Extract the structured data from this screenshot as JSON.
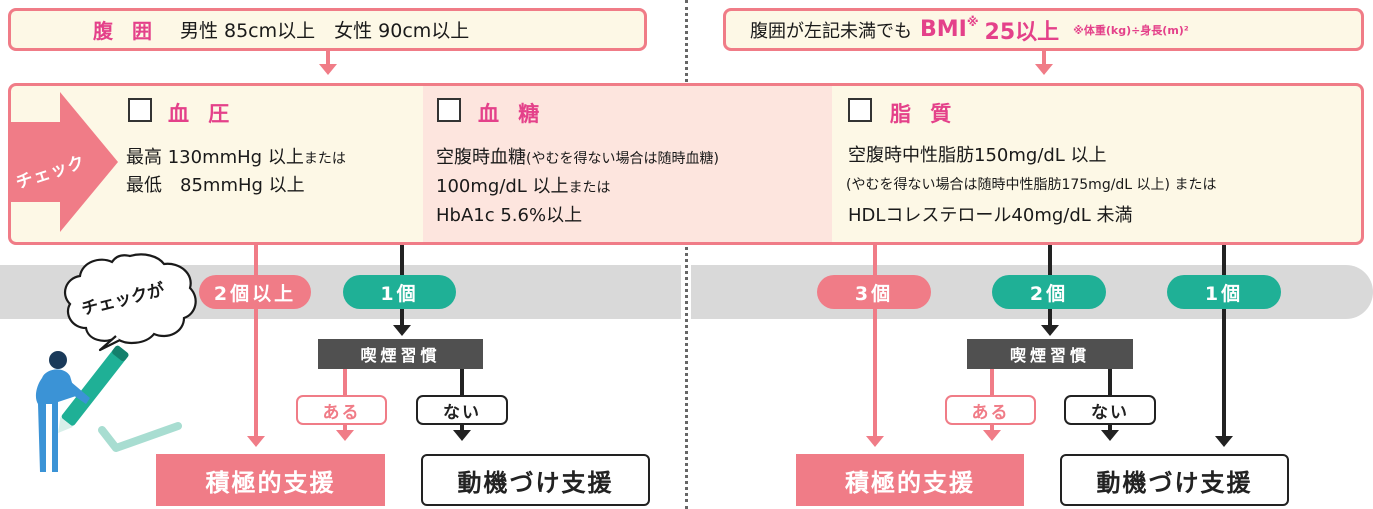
{
  "header_left": {
    "title": "腹 囲",
    "text": "男性 85cm以上　女性 90cm以上"
  },
  "header_right": {
    "prefix": "腹囲が左記未満でも",
    "bmi": "BMI",
    "mark": "※",
    "value": "25以上",
    "note": "※体重(kg)÷身長(m)²"
  },
  "check_arrow": {
    "label": "チェック"
  },
  "panels": {
    "blood_pressure": {
      "title": "血 圧",
      "line1": "最高 130mmHg 以上",
      "line1_suffix": "または",
      "line2": "最低　85mmHg 以上"
    },
    "blood_sugar": {
      "title": "血 糖",
      "line1": "空腹時血糖",
      "line1_small": "(やむを得ない場合は随時血糖)",
      "line2": "100mg/dL 以上",
      "line2_suffix": "または",
      "line3": "HbA1c 5.6%以上"
    },
    "lipid": {
      "title": "脂 質",
      "line1": "空腹時中性脂肪150mg/dL 以上",
      "line2": "(やむを得ない場合は随時中性脂肪175mg/dL 以上) または",
      "line3": "HDLコレステロール40mg/dL 未満"
    }
  },
  "speech_bubble": "チェックが",
  "left_flow": {
    "count_2plus": "2個以上",
    "count_1": "1個",
    "smoking": "喫煙習慣",
    "yes": "ある",
    "no": "ない",
    "result_active": "積極的支援",
    "result_motivation": "動機づけ支援"
  },
  "right_flow": {
    "count_3": "3個",
    "count_2": "2個",
    "count_1": "1個",
    "smoking": "喫煙習慣",
    "yes": "ある",
    "no": "ない",
    "result_active": "積極的支援",
    "result_motivation": "動機づけ支援"
  },
  "colors": {
    "pink_border": "#f07c87",
    "pink_text": "#e4418a",
    "teal": "#1fb096",
    "panel_bg": "#fdf8e6",
    "panel_mid_bg": "#fde5de",
    "band": "#d9d9d9",
    "smoking_bg": "#505050"
  }
}
